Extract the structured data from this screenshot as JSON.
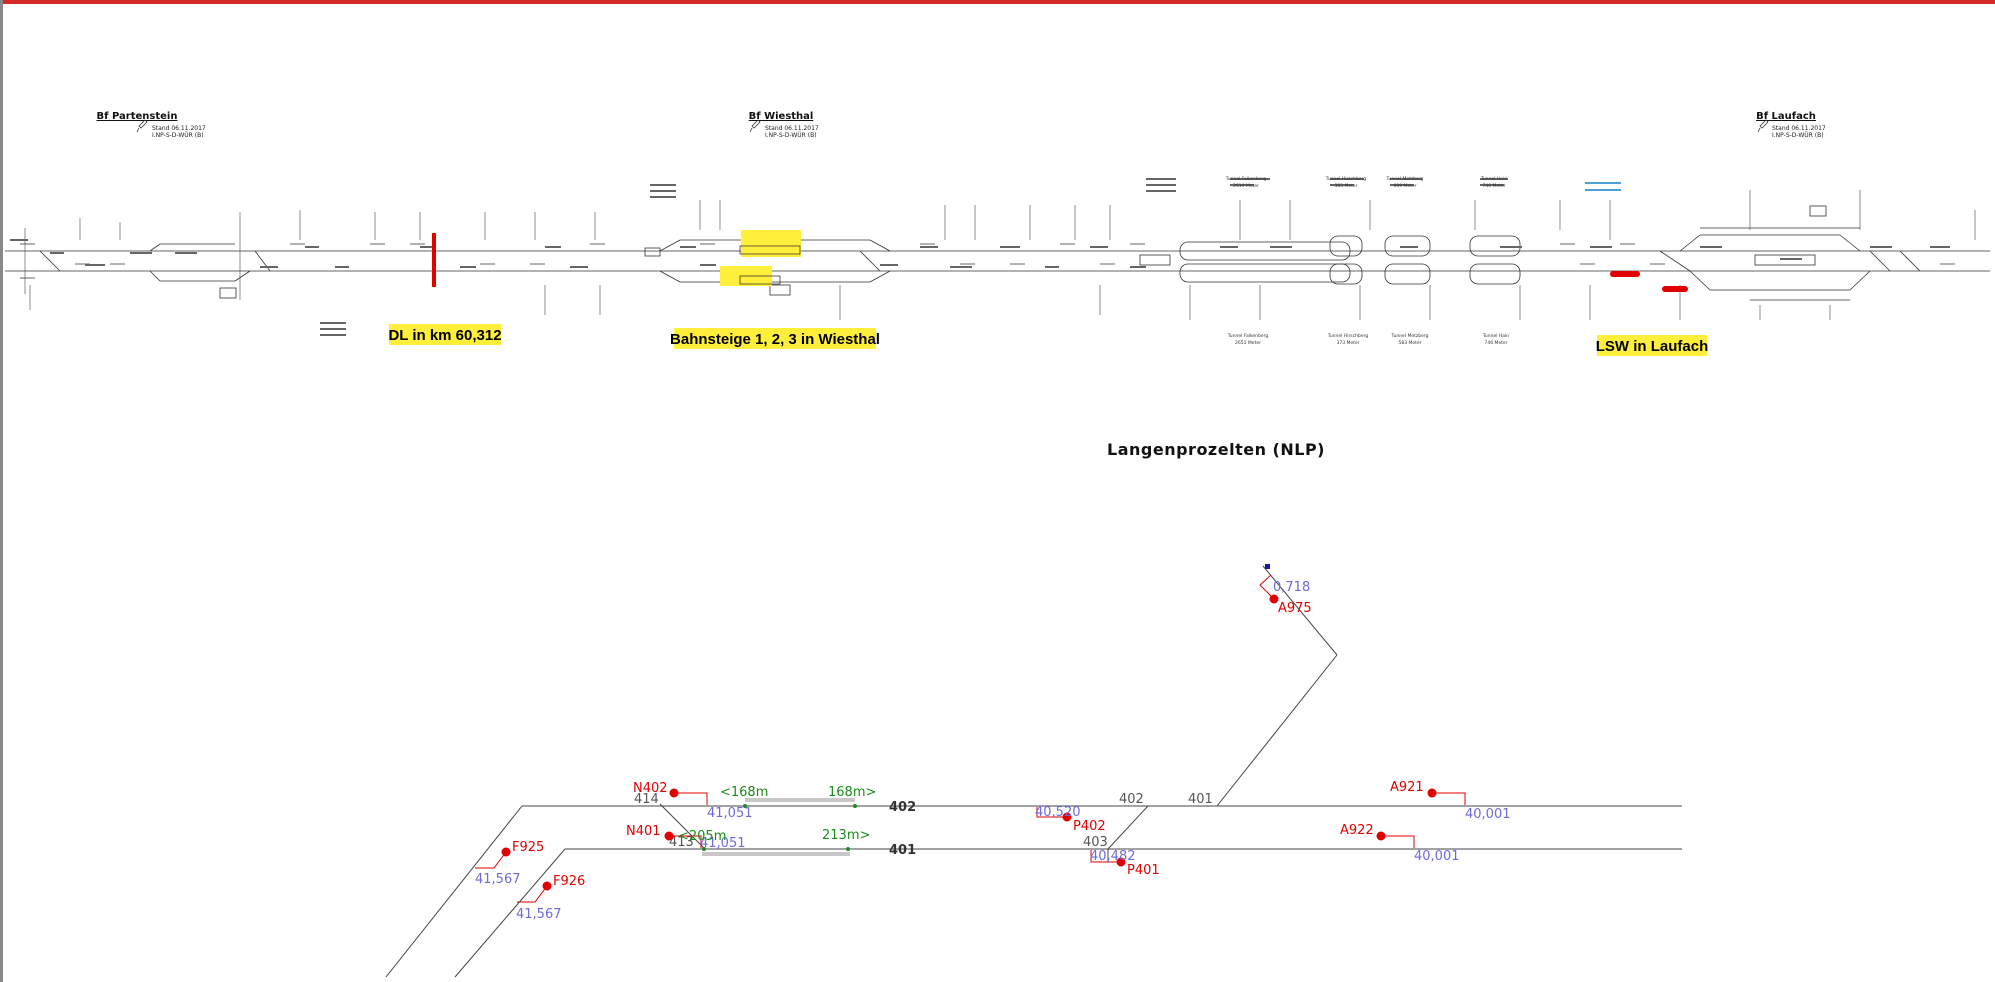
{
  "stations": [
    {
      "name": "Bf Partenstein",
      "stand": "Stand 06.11.2017",
      "org": "I.NP-S-D-WÜR (B)"
    },
    {
      "name": "Bf Wiesthal",
      "stand": "Stand 06.11.2017",
      "org": "I.NP-S-D-WÜR (B)"
    },
    {
      "name": "Bf Laufach",
      "stand": "Stand 06.11.2017",
      "org": "I.NP-S-D-WÜR (B)"
    }
  ],
  "highlights": [
    {
      "label": "DL in km 60,312"
    },
    {
      "label": "Bahnsteige 1, 2, 3 in Wiesthal"
    },
    {
      "label": "LSW in Laufach"
    }
  ],
  "tunnels": [
    {
      "name": "Tunnel Falkenberg",
      "length_top": "2619 Meter",
      "length_bottom": "2651 Meter"
    },
    {
      "name": "Tunnel Hirschberg",
      "length_top": "383 Meter",
      "length_bottom": "373 Meter"
    },
    {
      "name": "Tunnel Metzberg",
      "length_top": "609 Meter",
      "length_bottom": "583 Meter"
    },
    {
      "name": "Tunnel Hain",
      "length_top": "740 Meter",
      "length_bottom": "746 Meter"
    }
  ],
  "nlp": {
    "title": "Langenprozelten (NLP)",
    "tracks": [
      "402",
      "401"
    ],
    "track_numbers": {
      "t414": "414",
      "t413": "413",
      "t402b": "402",
      "t401b": "401",
      "t403": "403"
    },
    "signals": {
      "n402": "N402",
      "n401": "N401",
      "f925": "F925",
      "f926": "F926",
      "p402": "P402",
      "p401": "P401",
      "a975": "A975",
      "a921": "A921",
      "a922": "A922"
    },
    "km": {
      "n402": "41,051",
      "n401": "41,051",
      "f925": "41,567",
      "f926": "41,567",
      "p402": "40,520",
      "p401": "40,482",
      "a975": "0,718",
      "a921": "40,001",
      "a922": "40,001"
    },
    "lengths": {
      "l402_left": "<168m",
      "l402_right": "168m>",
      "l401_left": "<205m",
      "l401_right": "213m>"
    }
  },
  "colors": {
    "signal": "#e00000",
    "km": "#6b6bdc",
    "length": "#1a8c1a",
    "highlight": "#ffef3a",
    "marker": "#e00000",
    "frame": "#d42a2a"
  }
}
